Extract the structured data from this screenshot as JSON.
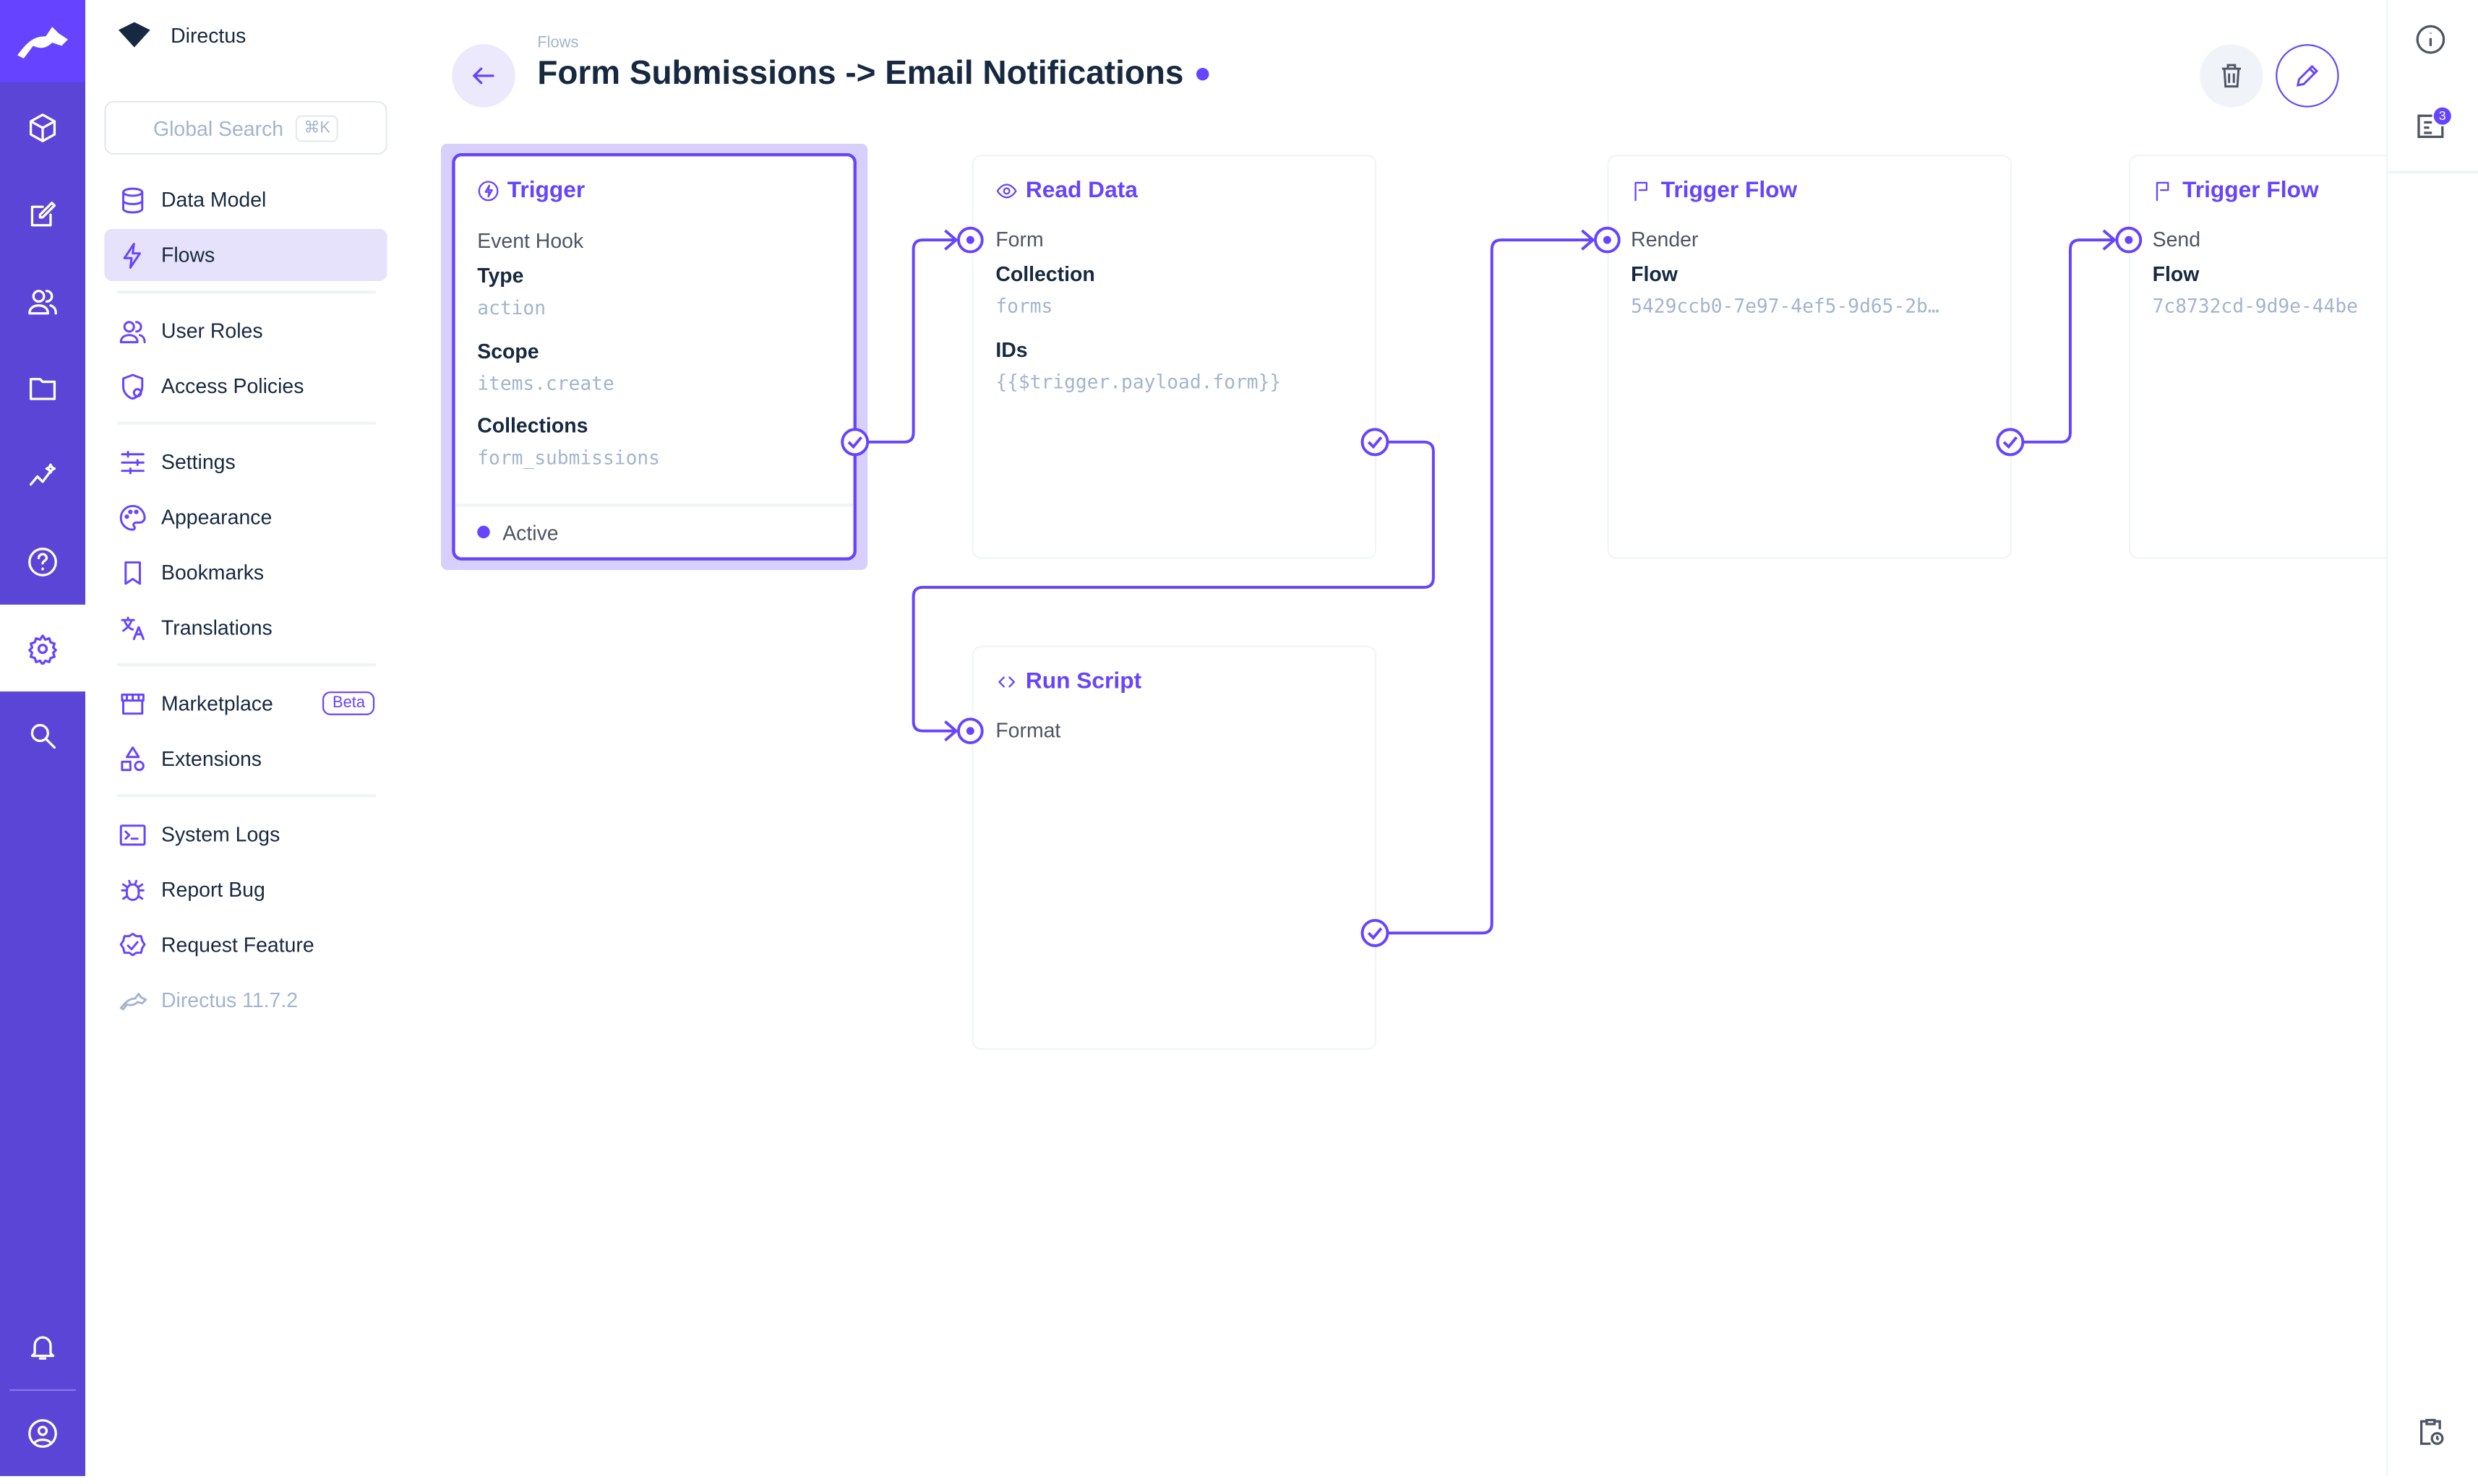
{
  "app": {
    "name": "Directus",
    "accent": "#6644ff"
  },
  "search": {
    "placeholder": "Global Search",
    "shortcut": "⌘K"
  },
  "rail": [
    "logo-icon",
    "cube-icon",
    "edit-icon",
    "users-icon",
    "folder-icon",
    "insights-icon",
    "help-icon",
    "settings-icon",
    "search-icon",
    "bell-icon",
    "account-icon"
  ],
  "nav": {
    "items": [
      {
        "label": "Data Model",
        "icon": "database-icon"
      },
      {
        "label": "Flows",
        "icon": "bolt-icon",
        "active": true
      },
      {
        "label": "User Roles",
        "icon": "users-icon"
      },
      {
        "label": "Access Policies",
        "icon": "shield-icon"
      },
      {
        "label": "Settings",
        "icon": "sliders-icon"
      },
      {
        "label": "Appearance",
        "icon": "palette-icon"
      },
      {
        "label": "Bookmarks",
        "icon": "bookmark-icon"
      },
      {
        "label": "Translations",
        "icon": "translate-icon"
      },
      {
        "label": "Marketplace",
        "icon": "store-icon",
        "badge": "Beta"
      },
      {
        "label": "Extensions",
        "icon": "shapes-icon"
      },
      {
        "label": "System Logs",
        "icon": "terminal-icon"
      },
      {
        "label": "Report Bug",
        "icon": "bug-icon"
      },
      {
        "label": "Request Feature",
        "icon": "verified-icon"
      },
      {
        "label": "Directus 11.7.2",
        "icon": "logo-icon"
      }
    ]
  },
  "header": {
    "breadcrumb": "Flows",
    "title": "Form Submissions -> Email Notifications"
  },
  "badge_count": "3",
  "cards": {
    "trigger": {
      "title": "Trigger",
      "subtitle": "Event Hook",
      "type_label": "Type",
      "type": "action",
      "scope_label": "Scope",
      "scope": "items.create",
      "collections_label": "Collections",
      "collections": "form_submissions",
      "status": "Active"
    },
    "read": {
      "title": "Read Data",
      "name": "Form",
      "collection_label": "Collection",
      "collection": "forms",
      "ids_label": "IDs",
      "ids": "{{$trigger.payload.form}}"
    },
    "script": {
      "title": "Run Script",
      "name": "Format"
    },
    "flow1": {
      "title": "Trigger Flow",
      "name": "Render",
      "flow_label": "Flow",
      "flow": "5429ccb0-7e97-4ef5-9d65-2b…"
    },
    "flow2": {
      "title": "Trigger Flow",
      "name": "Send",
      "flow_label": "Flow",
      "flow": "7c8732cd-9d9e-44be"
    }
  }
}
